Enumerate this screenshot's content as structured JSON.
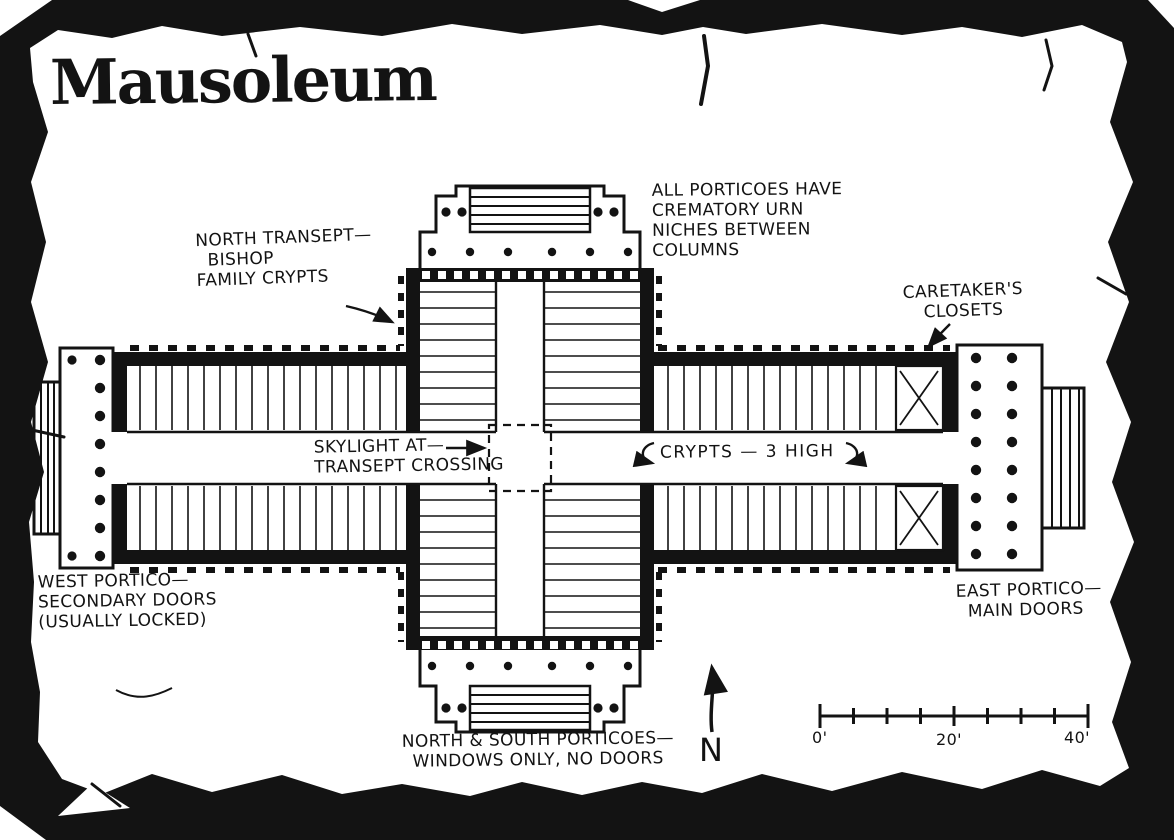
{
  "title": "Mausoleum",
  "colors": {
    "ink": "#131313",
    "paper": "#ffffff"
  },
  "annotations": {
    "porticoes_note": "ALL PORTICOES HAVE\nCREMATORY URN\nNICHES BETWEEN\nCOLUMNS",
    "north_transept": "NORTH TRANSEPT—\n  BISHOP\nFAMILY CRYPTS",
    "caretakers_closets": "CARETAKER'S\nCLOSETS",
    "skylight": "SKYLIGHT AT—\nTRANSEPT CROSSING",
    "crypts": "CRYPTS — 3 HIGH",
    "west_portico": "WEST PORTICO—\nSECONDARY DOORS\n(USUALLY LOCKED)",
    "east_portico": "EAST PORTICO—\n  MAIN DOORS",
    "north_south_porticoes": "NORTH & SOUTH PORTICOES—\nWINDOWS ONLY, NO DOORS"
  },
  "compass": {
    "label": "N",
    "direction": "up"
  },
  "scale_bar": {
    "start_label": "0'",
    "mid_label": "20'",
    "end_label": "40'",
    "tick_count": 9,
    "total_feet": 40
  }
}
